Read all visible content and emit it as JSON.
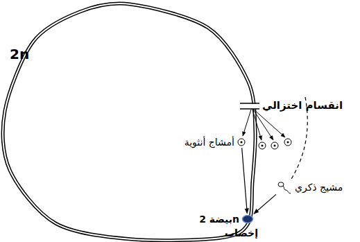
{
  "diagram": {
    "nodes": [
      {
        "text": [
          "أمشاج أنثوية"
        ]
      },
      {
        "text": [
          "بيضة 2n"
        ]
      },
      {
        "text": [
          "مشيج ذكري"
        ]
      }
    ],
    "edges": [
      {
        "from": 0,
        "to": 1,
        "arrow": "to"
      },
      {
        "from": 2,
        "to": 1,
        "arrow": "to"
      }
    ],
    "labels": [
      "2n",
      "انقسام اختزالي",
      "إخصاب"
    ]
  }
}
